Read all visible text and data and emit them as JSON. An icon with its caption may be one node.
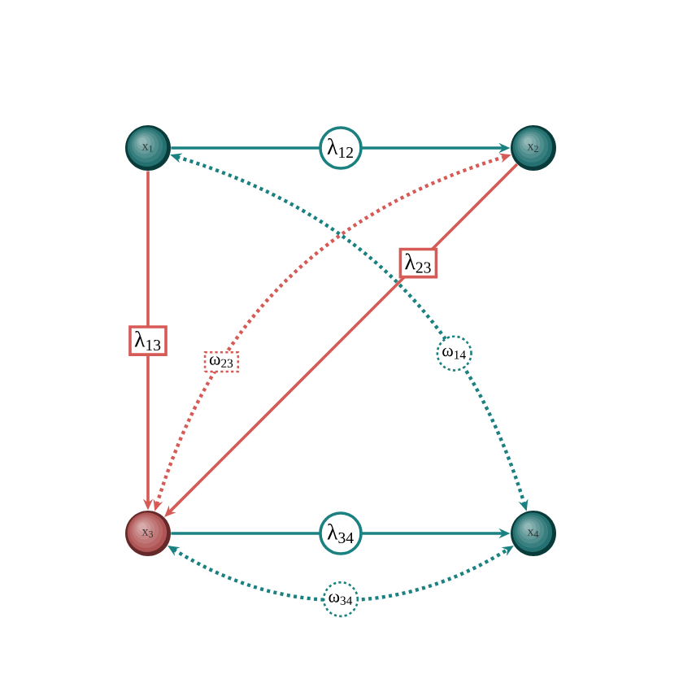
{
  "diagram": {
    "nodes": [
      {
        "text": [
          "x$_{1}$"
        ]
      },
      {
        "text": [
          "x$_{2}$"
        ]
      },
      {
        "text": [
          "x$_{3}$"
        ]
      },
      {
        "text": [
          "x$_{4}$"
        ]
      }
    ],
    "edges": [
      {
        "from": 0,
        "to": 1,
        "arrow": "to",
        "label": "λ$_{12}$"
      },
      {
        "from": 0,
        "to": 2,
        "arrow": "to",
        "label": "λ$_{13}$",
        "color": "#d65a55"
      },
      {
        "from": 1,
        "to": 2,
        "arrow": "to",
        "label": "λ$_{23}$",
        "color": "#d65a55"
      },
      {
        "from": 2,
        "to": 1,
        "arrow": "both",
        "label": "ω$_{23}$",
        "style": "dashed",
        "color": "#d65a55"
      },
      {
        "from": 0,
        "to": 3,
        "arrow": "both",
        "label": "ω$_{14}$",
        "style": "dashed"
      },
      {
        "from": 2,
        "to": 3,
        "arrow": "to",
        "label": "λ$_{34}$"
      },
      {
        "from": 2,
        "to": 3,
        "arrow": "both",
        "label": "ω$_{34}$",
        "style": "dashed"
      }
    ]
  }
}
